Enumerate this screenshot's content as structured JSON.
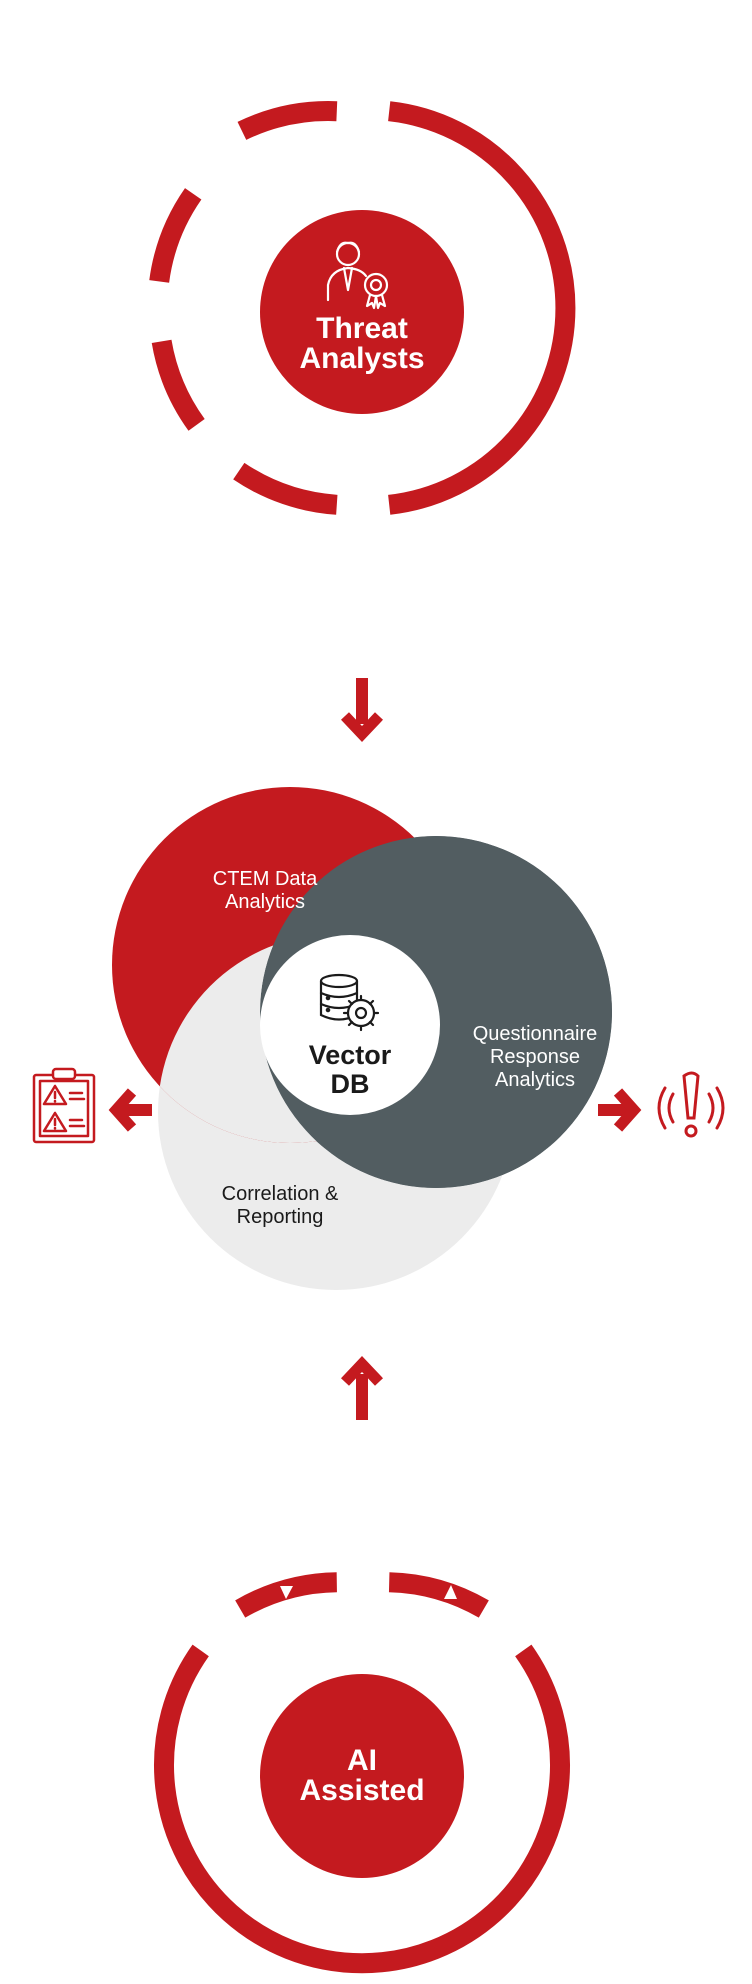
{
  "colors": {
    "brand_red": "#c41a1f",
    "slate": "#525d61",
    "light_gray": "#ececec",
    "white": "#ffffff",
    "dark": "#1a1a1a"
  },
  "top_node": {
    "line1": "Threat",
    "line2": "Analysts",
    "icon": "analyst-with-award-icon"
  },
  "center": {
    "line1": "Vector",
    "line2": "DB",
    "icon": "database-gear-icon"
  },
  "petals": {
    "red": {
      "line1": "CTEM Data",
      "line2": "Analytics"
    },
    "slate": {
      "line1": "Questionnaire",
      "line2": "Response",
      "line3": "Analytics"
    },
    "gray": {
      "line1": "Correlation &",
      "line2": "Reporting"
    }
  },
  "outputs": {
    "left_icon": "clipboard-warning-report-icon",
    "right_icon": "alert-broadcast-icon"
  },
  "bottom_node": {
    "line1": "AI",
    "line2": "Assisted"
  }
}
